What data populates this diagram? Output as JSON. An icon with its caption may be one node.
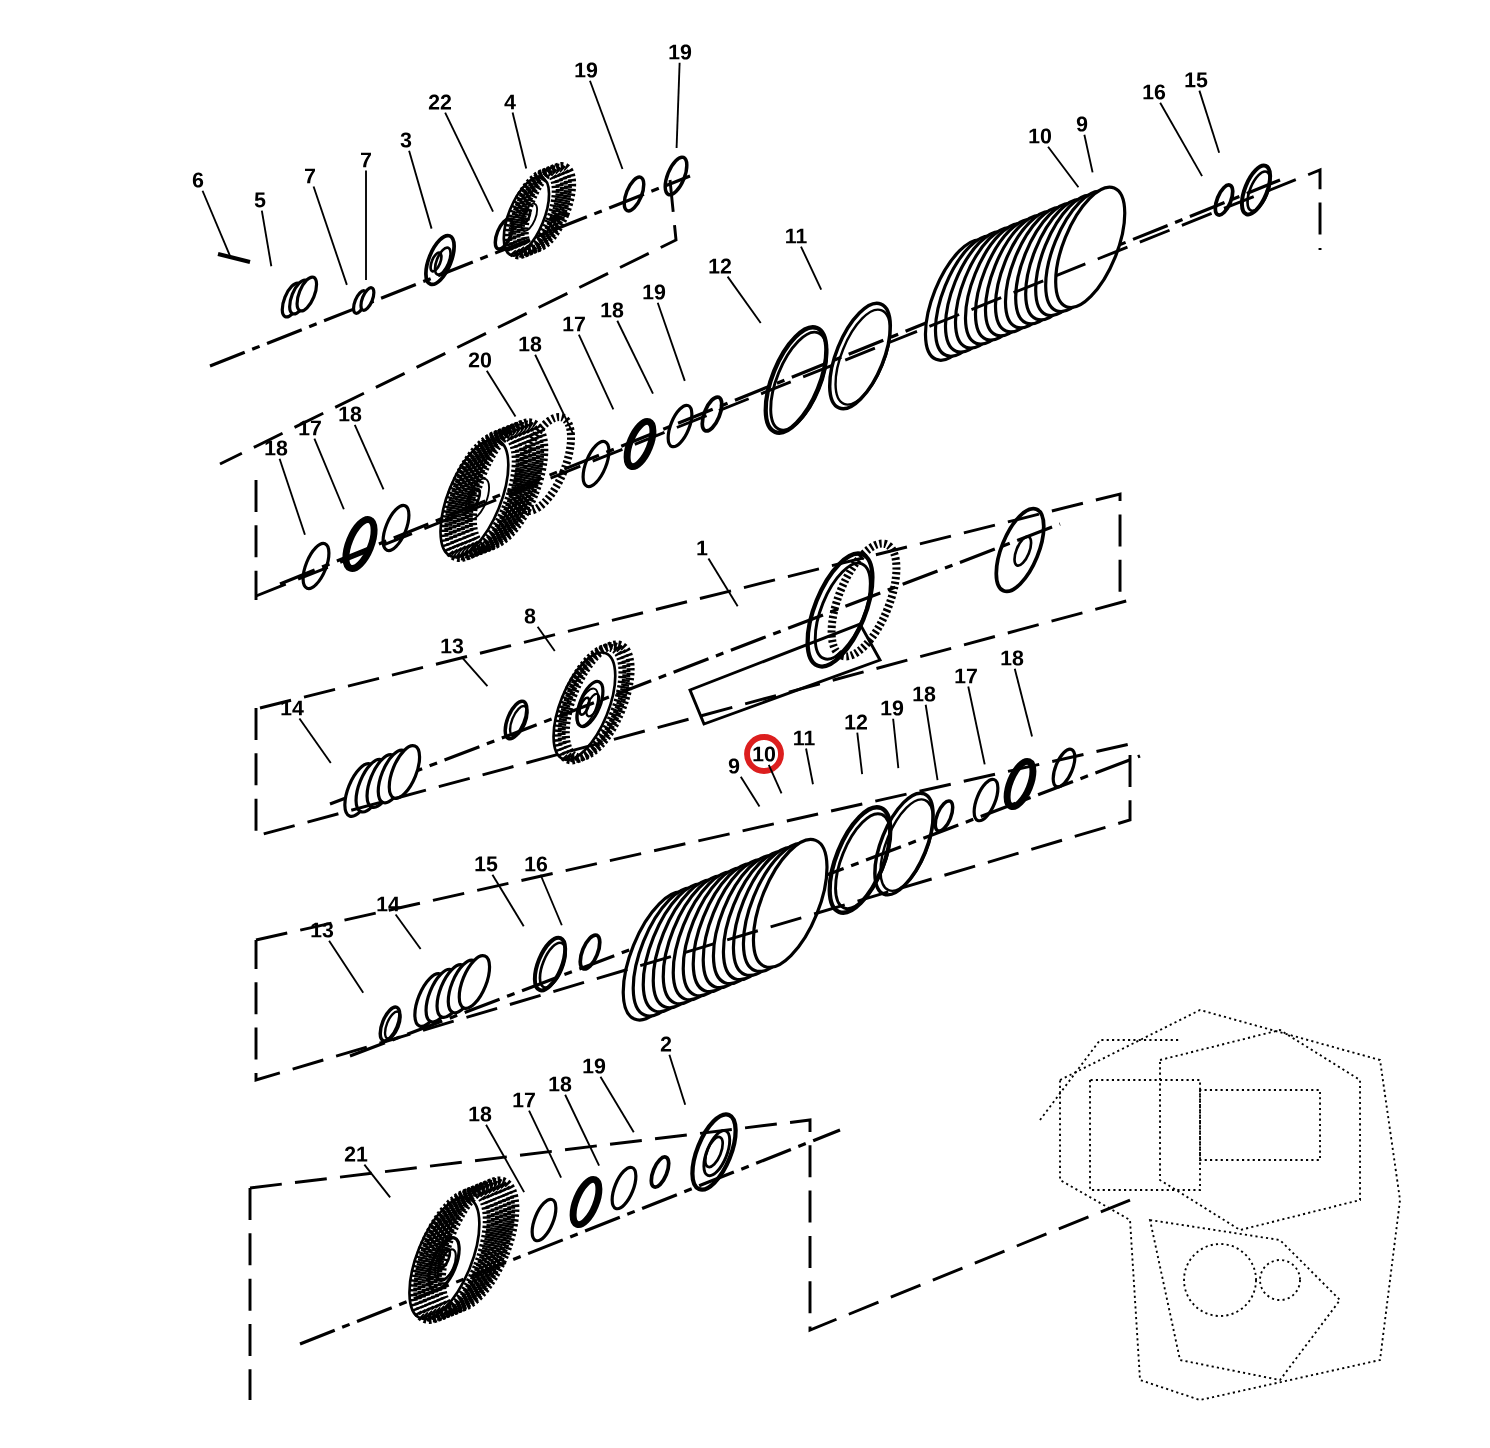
{
  "diagram": {
    "nodes": [
      {
        "text": [
          "6"
        ]
      },
      {
        "text": [
          "5"
        ]
      },
      {
        "text": [
          "7"
        ]
      },
      {
        "text": [
          "7"
        ]
      },
      {
        "text": [
          "3"
        ]
      },
      {
        "text": [
          "22"
        ]
      },
      {
        "text": [
          "4"
        ]
      },
      {
        "text": [
          "19"
        ]
      },
      {
        "text": [
          "19"
        ]
      },
      {
        "text": [
          "12"
        ]
      },
      {
        "text": [
          "11"
        ]
      },
      {
        "text": [
          "10"
        ]
      },
      {
        "text": [
          "9"
        ]
      },
      {
        "text": [
          "16"
        ]
      },
      {
        "text": [
          "15"
        ]
      },
      {
        "text": [
          "18"
        ]
      },
      {
        "text": [
          "17"
        ]
      },
      {
        "text": [
          "18"
        ]
      },
      {
        "text": [
          "20"
        ]
      },
      {
        "text": [
          "18"
        ]
      },
      {
        "text": [
          "17"
        ]
      },
      {
        "text": [
          "18"
        ]
      },
      {
        "text": [
          "19"
        ]
      },
      {
        "text": [
          "1"
        ]
      },
      {
        "text": [
          "13"
        ]
      },
      {
        "text": [
          "8"
        ]
      },
      {
        "text": [
          "14"
        ]
      },
      {
        "text": [
          "9"
        ]
      },
      {
        "text": [
          "10"
        ]
      },
      {
        "text": [
          "11"
        ]
      },
      {
        "text": [
          "12"
        ]
      },
      {
        "text": [
          "19"
        ]
      },
      {
        "text": [
          "18"
        ]
      },
      {
        "text": [
          "17"
        ]
      },
      {
        "text": [
          "18"
        ]
      },
      {
        "text": [
          "13"
        ]
      },
      {
        "text": [
          "14"
        ]
      },
      {
        "text": [
          "15"
        ]
      },
      {
        "text": [
          "16"
        ]
      },
      {
        "text": [
          "21"
        ]
      },
      {
        "text": [
          "18"
        ]
      },
      {
        "text": [
          "17"
        ]
      },
      {
        "text": [
          "18"
        ]
      },
      {
        "text": [
          "19"
        ]
      },
      {
        "text": [
          "2"
        ]
      }
    ],
    "edges": [
      {
        "from": 0,
        "to": null,
        "arrow": "none"
      },
      {
        "from": 1,
        "to": null,
        "arrow": "none"
      },
      {
        "from": 2,
        "to": null,
        "arrow": "none"
      },
      {
        "from": 3,
        "to": null,
        "arrow": "none"
      },
      {
        "from": 4,
        "to": null,
        "arrow": "none"
      },
      {
        "from": 5,
        "to": null,
        "arrow": "none"
      },
      {
        "from": 6,
        "to": null,
        "arrow": "none"
      },
      {
        "from": 7,
        "to": null,
        "arrow": "none"
      },
      {
        "from": 8,
        "to": null,
        "arrow": "none"
      },
      {
        "from": 9,
        "to": null,
        "arrow": "none"
      },
      {
        "from": 10,
        "to": null,
        "arrow": "none"
      },
      {
        "from": 11,
        "to": null,
        "arrow": "none"
      },
      {
        "from": 12,
        "to": null,
        "arrow": "none"
      },
      {
        "from": 13,
        "to": null,
        "arrow": "none"
      },
      {
        "from": 14,
        "to": null,
        "arrow": "none"
      },
      {
        "from": 15,
        "to": null,
        "arrow": "none"
      },
      {
        "from": 16,
        "to": null,
        "arrow": "none"
      },
      {
        "from": 17,
        "to": null,
        "arrow": "none"
      },
      {
        "from": 18,
        "to": null,
        "arrow": "none"
      },
      {
        "from": 19,
        "to": null,
        "arrow": "none"
      },
      {
        "from": 20,
        "to": null,
        "arrow": "none"
      },
      {
        "from": 21,
        "to": null,
        "arrow": "none"
      },
      {
        "from": 22,
        "to": null,
        "arrow": "none"
      },
      {
        "from": 23,
        "to": null,
        "arrow": "none"
      },
      {
        "from": 24,
        "to": null,
        "arrow": "none"
      },
      {
        "from": 25,
        "to": null,
        "arrow": "none"
      },
      {
        "from": 26,
        "to": null,
        "arrow": "none"
      },
      {
        "from": 27,
        "to": null,
        "arrow": "none"
      },
      {
        "from": 28,
        "to": null,
        "arrow": "none"
      },
      {
        "from": 29,
        "to": null,
        "arrow": "none"
      },
      {
        "from": 30,
        "to": null,
        "arrow": "none"
      },
      {
        "from": 31,
        "to": null,
        "arrow": "none"
      },
      {
        "from": 32,
        "to": null,
        "arrow": "none"
      },
      {
        "from": 33,
        "to": null,
        "arrow": "none"
      },
      {
        "from": 34,
        "to": null,
        "arrow": "none"
      },
      {
        "from": 35,
        "to": null,
        "arrow": "none"
      },
      {
        "from": 36,
        "to": null,
        "arrow": "none"
      },
      {
        "from": 37,
        "to": null,
        "arrow": "none"
      },
      {
        "from": 38,
        "to": null,
        "arrow": "none"
      },
      {
        "from": 39,
        "to": null,
        "arrow": "none"
      },
      {
        "from": 40,
        "to": null,
        "arrow": "none"
      },
      {
        "from": 41,
        "to": null,
        "arrow": "none"
      },
      {
        "from": 42,
        "to": null,
        "arrow": "none"
      },
      {
        "from": 43,
        "to": null,
        "arrow": "none"
      },
      {
        "from": 44,
        "to": null,
        "arrow": "none"
      }
    ]
  }
}
